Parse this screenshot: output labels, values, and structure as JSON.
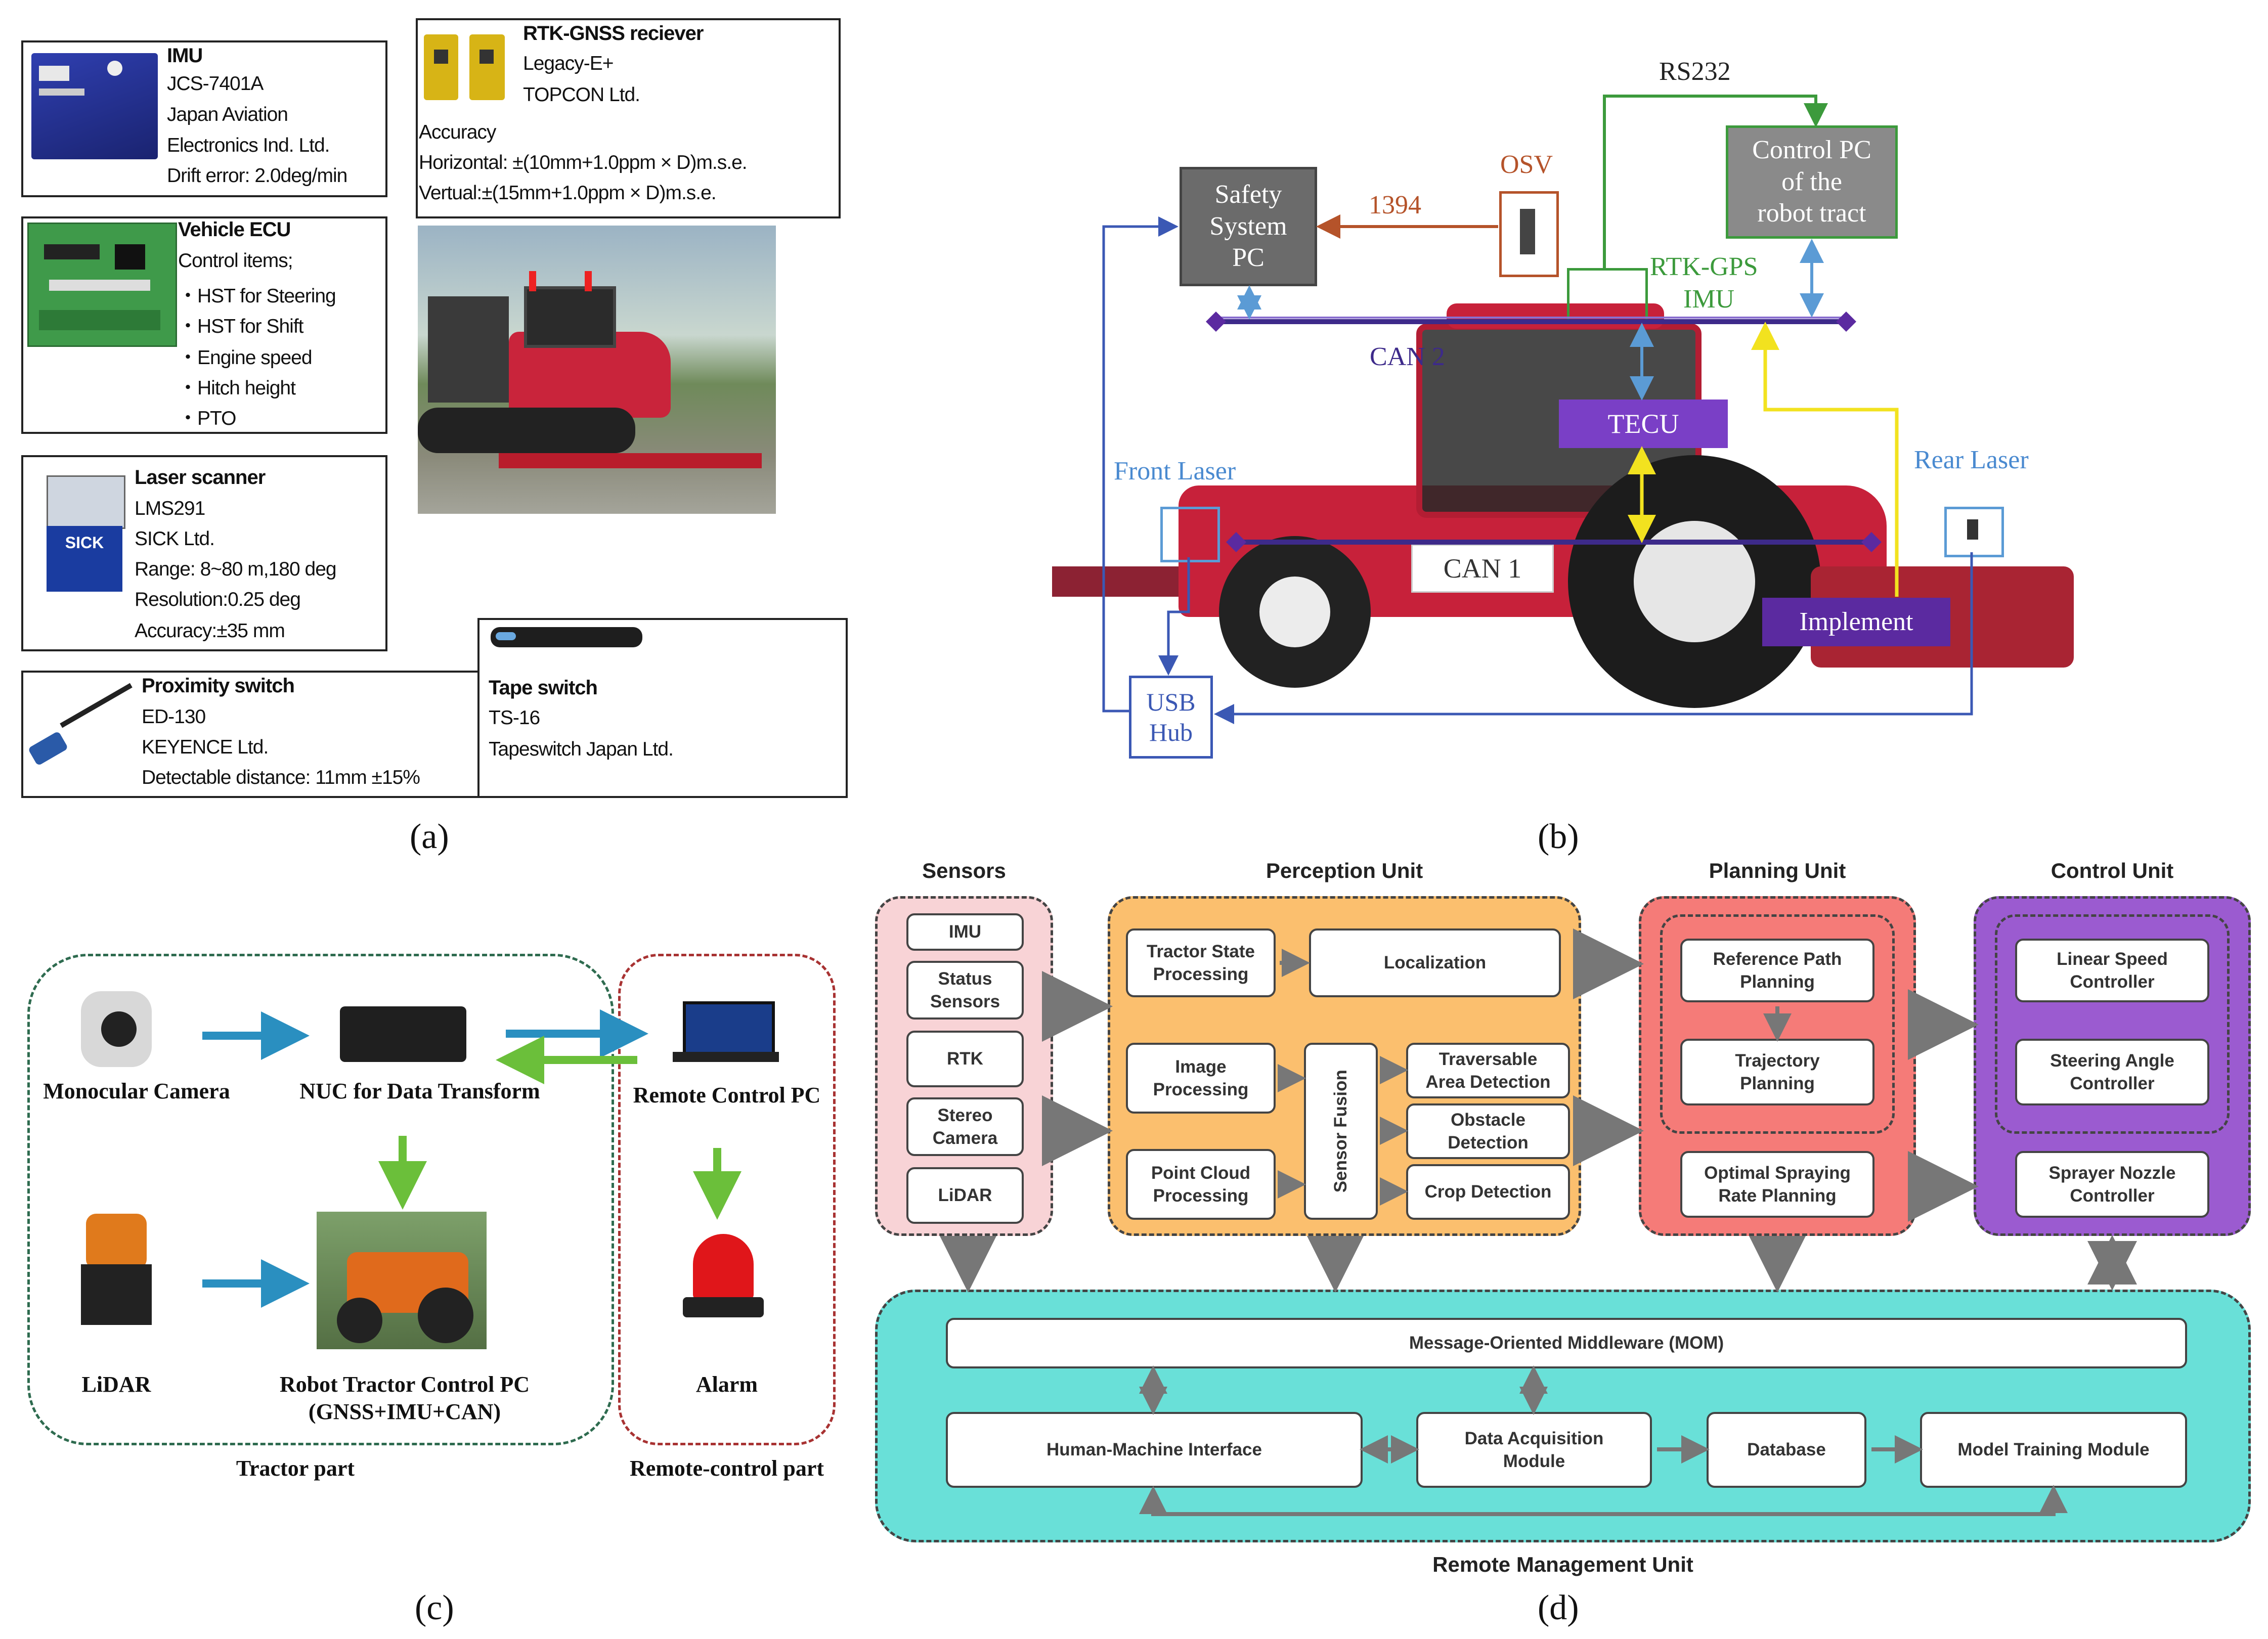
{
  "panel_a": {
    "imu": {
      "title": "IMU",
      "lines": [
        "JCS-7401A",
        "Japan Aviation",
        "Electronics Ind.  Ltd.",
        "Drift error: 2.0deg/min"
      ]
    },
    "rtk": {
      "title": "RTK-GNSS reciever",
      "lines": [
        "Legacy-E+",
        "TOPCON Ltd.",
        "Accuracy",
        "Horizontal: ±(10mm+1.0ppm × D)m.s.e.",
        "Vertual:±(15mm+1.0ppm × D)m.s.e."
      ]
    },
    "ecu": {
      "title": "Vehicle ECU",
      "lines": [
        "Control items;",
        "・HST for Steering",
        "・HST for Shift",
        "・Engine speed",
        "・Hitch height",
        "・PTO"
      ]
    },
    "laser": {
      "title": "Laser scanner",
      "lines": [
        "LMS291",
        "SICK Ltd.",
        "Range: 8~80  m,180 deg",
        "Resolution:0.25 deg",
        "Accuracy:±35 mm"
      ]
    },
    "prox": {
      "title": "Proximity switch",
      "lines": [
        "ED-130",
        "KEYENCE Ltd.",
        "Detectable distance: 11mm ±15%"
      ]
    },
    "tape": {
      "title": "Tape switch",
      "lines": [
        "TS-16",
        "Tapeswitch Japan Ltd."
      ]
    },
    "sick_logo": "SICK",
    "label": "(a)"
  },
  "panel_b": {
    "rs232": "RS232",
    "safety": "Safety\nSystem\nPC",
    "i1394": "1394",
    "osv": "OSV",
    "control_pc": "Control PC\nof the\nrobot tract",
    "rtk_gps": "RTK-GPS",
    "imu": "IMU",
    "can2": "CAN 2",
    "tecu": "TECU",
    "front_laser": "Front Laser",
    "rear_laser": "Rear Laser",
    "can1": "CAN 1",
    "implement": "Implement",
    "usb_hub": "USB\nHub",
    "label": "(b)",
    "colors": {
      "blue": "#3b58b4",
      "green": "#3c9a3c",
      "brown": "#b5532a",
      "light_blue": "#5b9bd5",
      "yellow": "#f2e21f",
      "purple": "#6b3fb3",
      "gray": "#7a7a7a"
    }
  },
  "panel_c": {
    "camera": "Monocular Camera",
    "nuc": "NUC for Data Transform",
    "remote_pc": "Remote Control PC",
    "lidar": "LiDAR",
    "robot_pc": "Robot Tractor Control PC",
    "robot_pc_sub": "(GNSS+IMU+CAN)",
    "alarm": "Alarm",
    "tractor_part": "Tractor  part",
    "remote_part": "Remote-control part",
    "label": "(c)"
  },
  "panel_d": {
    "headers": {
      "sensors": "Sensors",
      "perception": "Perception Unit",
      "planning": "Planning Unit",
      "control": "Control Unit",
      "remote": "Remote Management Unit"
    },
    "sensors": [
      "IMU",
      "Status\nSensors",
      "RTK",
      "Stereo\nCamera",
      "LiDAR"
    ],
    "perception": {
      "tractor_state": "Tractor State\nProcessing",
      "localization": "Localization",
      "image": "Image\nProcessing",
      "point_cloud": "Point Cloud\nProcessing",
      "fusion": "Sensor Fusion",
      "traversable": "Traversable\nArea Detection",
      "obstacle": "Obstacle\nDetection",
      "crop": "Crop Detection"
    },
    "planning": {
      "reference": "Reference Path\nPlanning",
      "trajectory": "Trajectory\nPlanning",
      "spraying": "Optimal Spraying\nRate Planning"
    },
    "control": {
      "linear": "Linear Speed\nController",
      "steering": "Steering Angle\nController",
      "sprayer": "Sprayer Nozzle\nController"
    },
    "remote": {
      "mom": "Message-Oriented Middleware (MOM)",
      "hmi": "Human-Machine Interface",
      "daq": "Data Acquisition\nModule",
      "db": "Database",
      "model": "Model Training Module"
    },
    "colors": {
      "sensors": "#f8d3d6",
      "perception": "#fbbf6e",
      "planning": "#f57b78",
      "control": "#9b5bd0",
      "remote": "#69e0d8"
    },
    "label": "(d)"
  }
}
